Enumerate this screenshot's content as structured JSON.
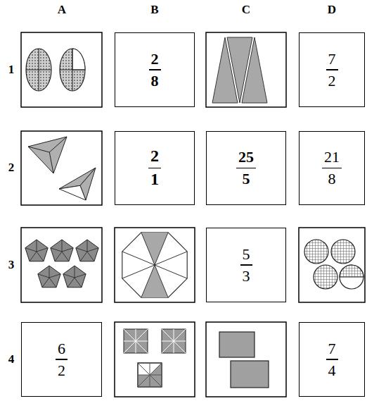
{
  "diagram": {
    "nodes": [
      {
        "text": [
          "2",
          "8"
        ]
      },
      {
        "text": [
          "7",
          "2"
        ]
      },
      {
        "text": [
          "2",
          "1"
        ]
      },
      {
        "text": [
          "25",
          "5"
        ]
      },
      {
        "text": [
          "21",
          "8"
        ]
      },
      {
        "text": [
          "5",
          "3"
        ]
      },
      {
        "text": [
          "6",
          "2"
        ]
      },
      {
        "text": [
          "7",
          "4"
        ]
      }
    ],
    "labels": [
      "A",
      "B",
      "C",
      "D",
      "1",
      "2",
      "3",
      "4"
    ]
  }
}
